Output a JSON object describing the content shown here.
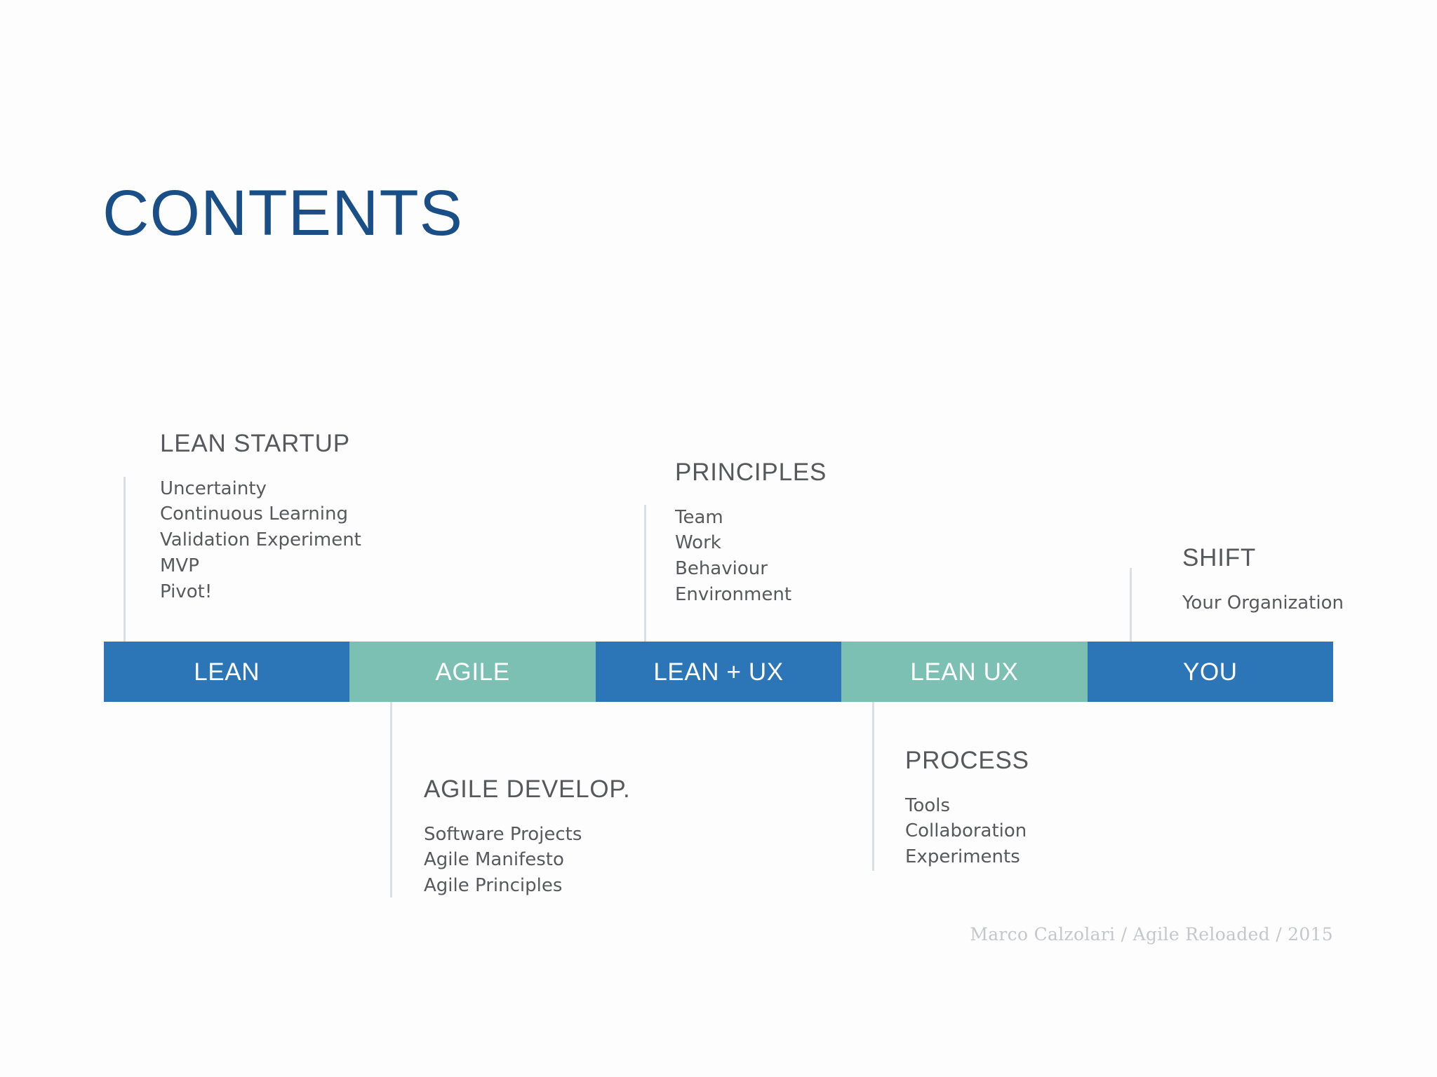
{
  "slide": {
    "title": "CONTENTS",
    "background_color": "#fdfdfd",
    "title_color": "#1a4e86"
  },
  "timeline": {
    "colors": {
      "blue": "#2c76b8",
      "teal": "#7cc0b4",
      "connector": "#dcdfe2",
      "dot": "#e8eaec"
    },
    "segments": [
      {
        "label": "LEAN",
        "color": "blue"
      },
      {
        "label": "AGILE",
        "color": "teal"
      },
      {
        "label": "LEAN + UX",
        "color": "blue"
      },
      {
        "label": "LEAN UX",
        "color": "teal"
      },
      {
        "label": "YOU",
        "color": "blue"
      }
    ]
  },
  "callouts": {
    "lean_startup": {
      "title": "LEAN STARTUP",
      "items": [
        "Uncertainty",
        "Continuous Learning",
        "Validation Experiment",
        "MVP",
        "Pivot!"
      ]
    },
    "agile_develop": {
      "title": "AGILE DEVELOP.",
      "items": [
        "Software Projects",
        "Agile Manifesto",
        "Agile Principles"
      ]
    },
    "principles": {
      "title": "PRINCIPLES",
      "items": [
        "Team",
        "Work",
        "Behaviour",
        "Environment"
      ]
    },
    "process": {
      "title": "PROCESS",
      "items": [
        "Tools",
        "Collaboration",
        "Experiments"
      ]
    },
    "shift": {
      "title": "SHIFT",
      "items": [
        "Your Organization"
      ]
    }
  },
  "footer": {
    "credit": "Marco Calzolari / Agile Reloaded / 2015"
  }
}
